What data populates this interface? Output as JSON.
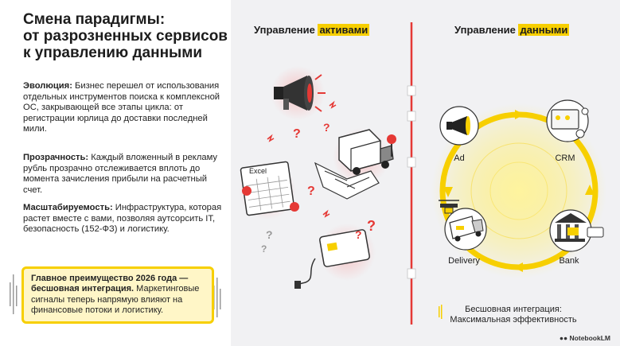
{
  "title": "Смена парадигмы:\nот разрозненных сервисов\nк управлению данными",
  "evolution": {
    "label": "Эволюция:",
    "text": " Бизнес перешел от использования отдельных инструментов поиска к комплексной ОС, закрывающей все этапы цикла: от регистрации юрлица до доставки последней мили."
  },
  "transparency": {
    "label": "Прозрачность:",
    "text": " Каждый вложенный в рекламу рубль прозрачно отслеживается вплоть до момента зачисления прибыли на расчетный счет."
  },
  "scalability": {
    "label": "Масштабируемость:",
    "text": " Инфраструктура, которая растет вместе с вами, позволяя аутсорсить IT, безопасность (152-ФЗ) и логистику."
  },
  "callout": {
    "heading": "Главное преимущество 2026 года — бесшовная интеграция.",
    "text": " Маркетинговые сигналы теперь напрямую влияют на финансовые потоки и логистику."
  },
  "left_heading": {
    "prefix": "Управление ",
    "highlight": "активами"
  },
  "right_heading": {
    "prefix": "Управление ",
    "highlight": "данными"
  },
  "excel_label": "Excel",
  "cycle": {
    "ad": "Ad",
    "crm": "CRM",
    "bank": "Bank",
    "delivery": "Delivery"
  },
  "footer": "Бесшовная интеграция:\nМаксимальная эффективность",
  "brand": "NotebookLM",
  "colors": {
    "accent": "#f7cf00",
    "danger": "#e53935",
    "ink": "#1c1c1c",
    "panel": "#f1f1f3"
  },
  "icons": [
    "megaphone-icon",
    "truck-icon",
    "excel-icon",
    "credit-card-icon",
    "question-mark-icon",
    "crm-icon",
    "bank-icon",
    "drone-icon",
    "notebooklm-logo-icon"
  ]
}
